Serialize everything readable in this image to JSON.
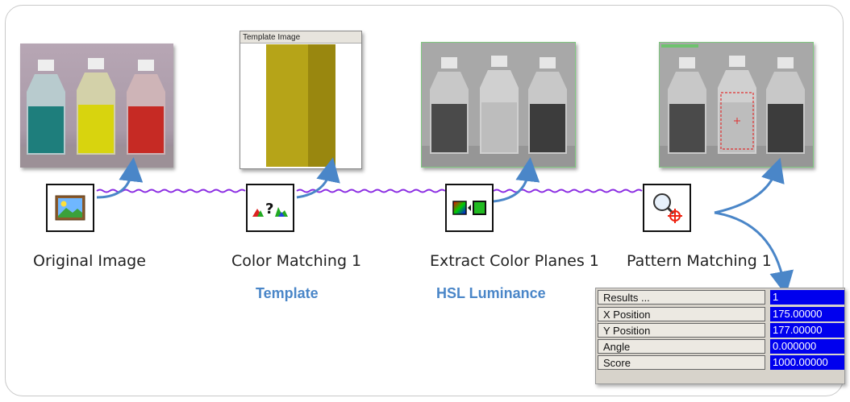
{
  "nodes": [
    {
      "id": "original",
      "label": "Original Image",
      "icon": "image-landscape-icon"
    },
    {
      "id": "color_matching",
      "label": "Color Matching 1",
      "icon": "color-histogram-match-icon"
    },
    {
      "id": "extract_planes",
      "label": "Extract Color Planes 1",
      "icon": "color-plane-extract-icon"
    },
    {
      "id": "pattern_matching",
      "label": "Pattern Matching 1",
      "icon": "magnifier-target-icon"
    }
  ],
  "sub_labels": {
    "template": "Template",
    "hsl": "HSL Luminance"
  },
  "template_window": {
    "title": "Template Image"
  },
  "results": {
    "header_label": "Results ...",
    "header_value": "1",
    "rows": [
      {
        "label": "X Position",
        "value": "175.00000"
      },
      {
        "label": "Y Position",
        "value": "177.00000"
      },
      {
        "label": "Angle",
        "value": "0.000000"
      },
      {
        "label": "Score",
        "value": "1000.00000"
      }
    ]
  },
  "colors": {
    "wire": "#8a2be2",
    "arrow": "#4a86c8",
    "result_value_bg": "#0000ee",
    "sub_label": "#4a86c8"
  }
}
